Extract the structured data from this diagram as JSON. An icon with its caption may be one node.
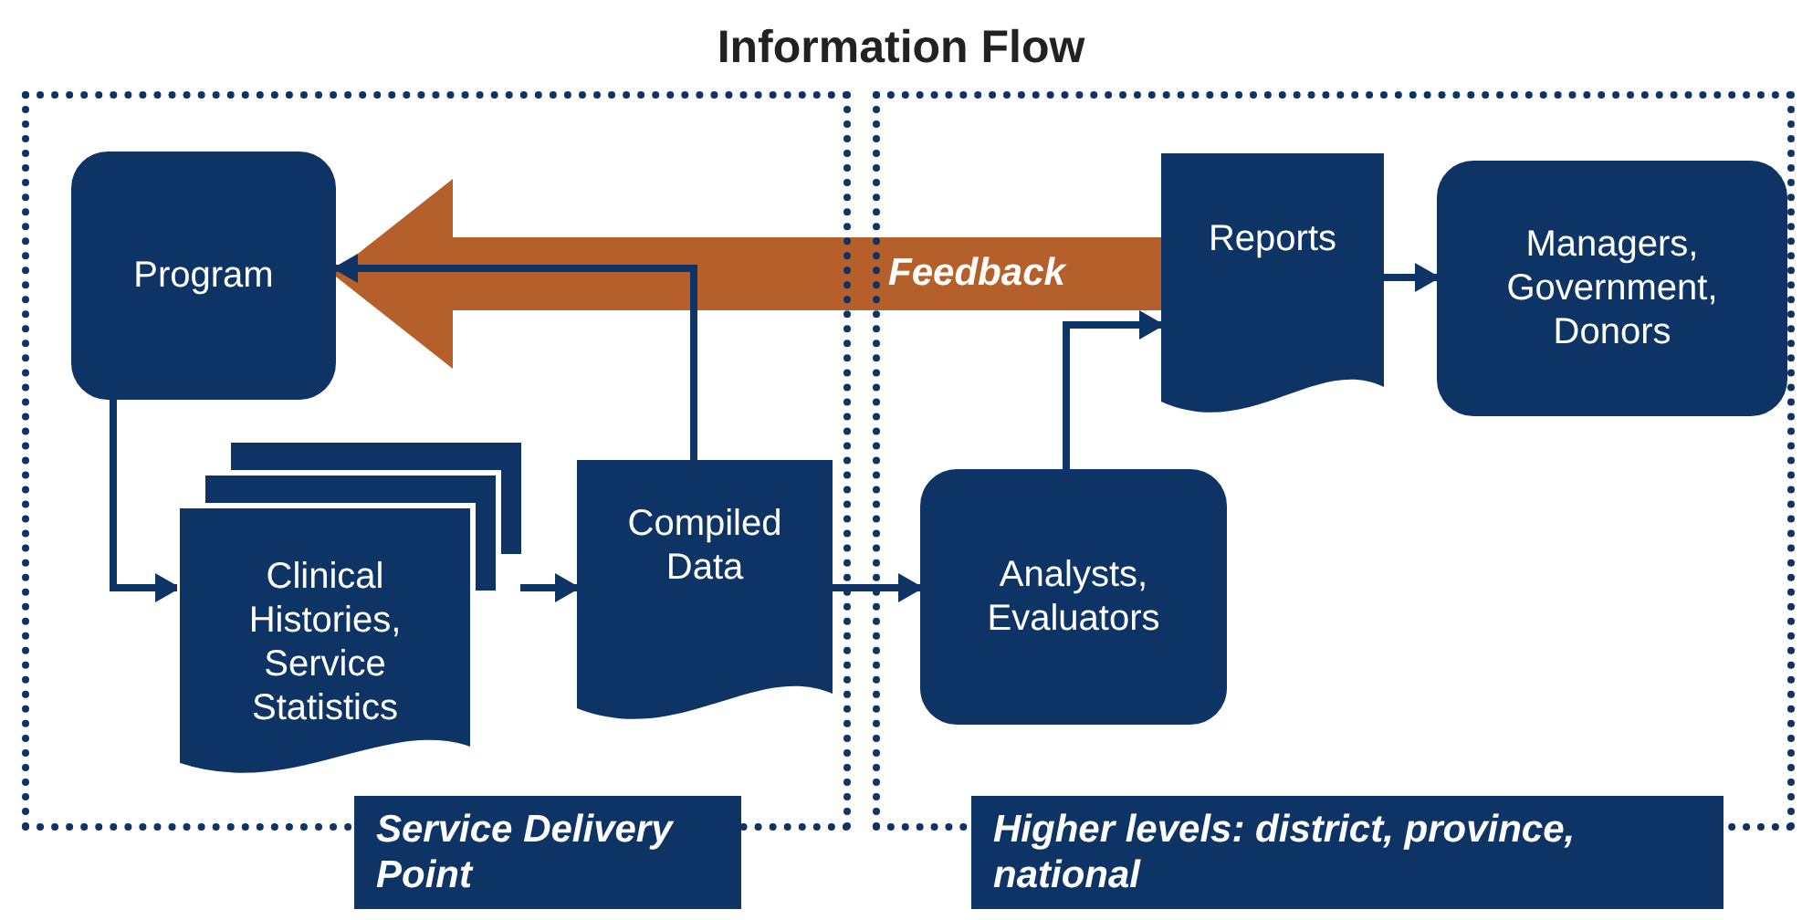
{
  "diagram": {
    "title": "Information Flow",
    "nodes": [
      {
        "text": [
          "Service Delivery Point"
        ]
      },
      {
        "text": [
          "Higher levels: district, province, national"
        ]
      },
      {
        "text": [
          "Program"
        ],
        "in": 0
      },
      {
        "text": [
          "Clinical Histories, Service Statistics"
        ],
        "in": 0
      },
      {
        "text": [
          "Compiled Data"
        ],
        "in": 0
      },
      {
        "text": [
          "Analysts, Evaluators"
        ],
        "in": 1
      },
      {
        "text": [
          "Reports"
        ],
        "in": 1
      },
      {
        "text": [
          "Managers, Government, Donors"
        ],
        "in": 1
      }
    ],
    "edges": [
      {
        "from": 2,
        "to": 3,
        "arrow": "to"
      },
      {
        "from": 3,
        "to": 4,
        "arrow": "to"
      },
      {
        "from": 4,
        "to": 5,
        "arrow": "to"
      },
      {
        "from": 4,
        "to": 2,
        "arrow": "to"
      },
      {
        "from": 5,
        "to": 6,
        "arrow": "to"
      },
      {
        "from": 6,
        "to": 7,
        "arrow": "to"
      },
      {
        "from": 6,
        "to": 2,
        "arrow": "to",
        "label": "Feedback",
        "style": "thick",
        "color": "#b5602a"
      }
    ]
  }
}
